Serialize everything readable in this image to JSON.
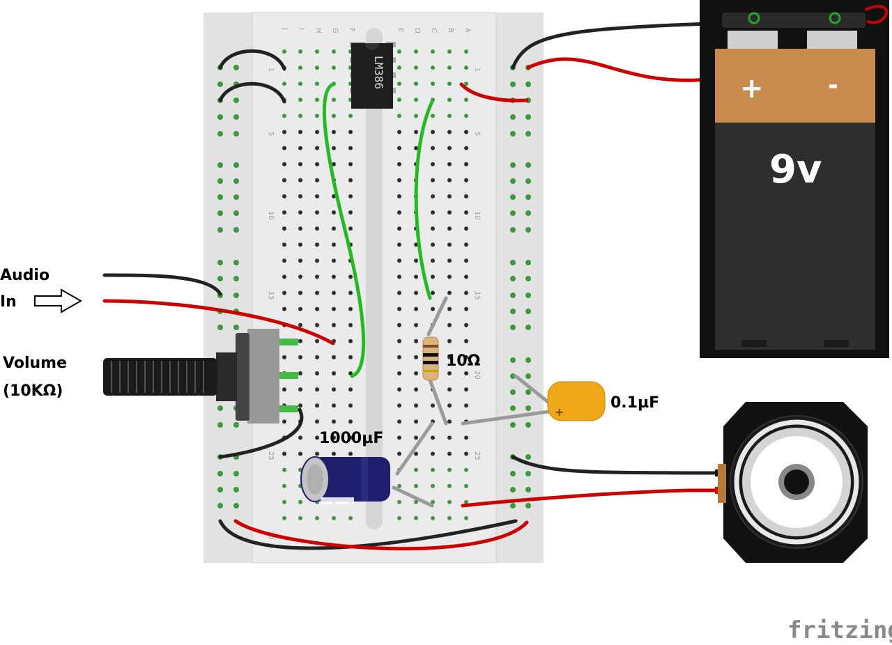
{
  "labels": {
    "audio_in_line1": "Audio",
    "audio_in_line2": "In",
    "volume_line1": "Volume",
    "volume_line2": "(10KΩ)",
    "resistor": "10Ω",
    "cap_small": "0.1µF",
    "cap_large": "1000µF",
    "chip": "LM386",
    "battery_voltage": "9v",
    "battery_plus": "+",
    "battery_minus": "-",
    "cap_plus": "+",
    "brand": "fritzing"
  },
  "breadboard": {
    "column_letters_left": [
      "J",
      "I",
      "H",
      "G",
      "F"
    ],
    "column_letters_right": [
      "E",
      "D",
      "C",
      "B",
      "A"
    ],
    "row_numbers": [
      "1",
      "5",
      "10",
      "15",
      "20",
      "25",
      "30"
    ]
  },
  "colors": {
    "wire_red": "#cc0000",
    "wire_black": "#222222",
    "wire_green": "#22bb22",
    "wire_gray": "#9a9a9a",
    "battery_copper": "#c98a4e",
    "battery_body": "#2e2e2e",
    "cap_small": "#f0a818",
    "cap_large": "#1f1f6e",
    "breadboard": "#e2e2e2"
  }
}
